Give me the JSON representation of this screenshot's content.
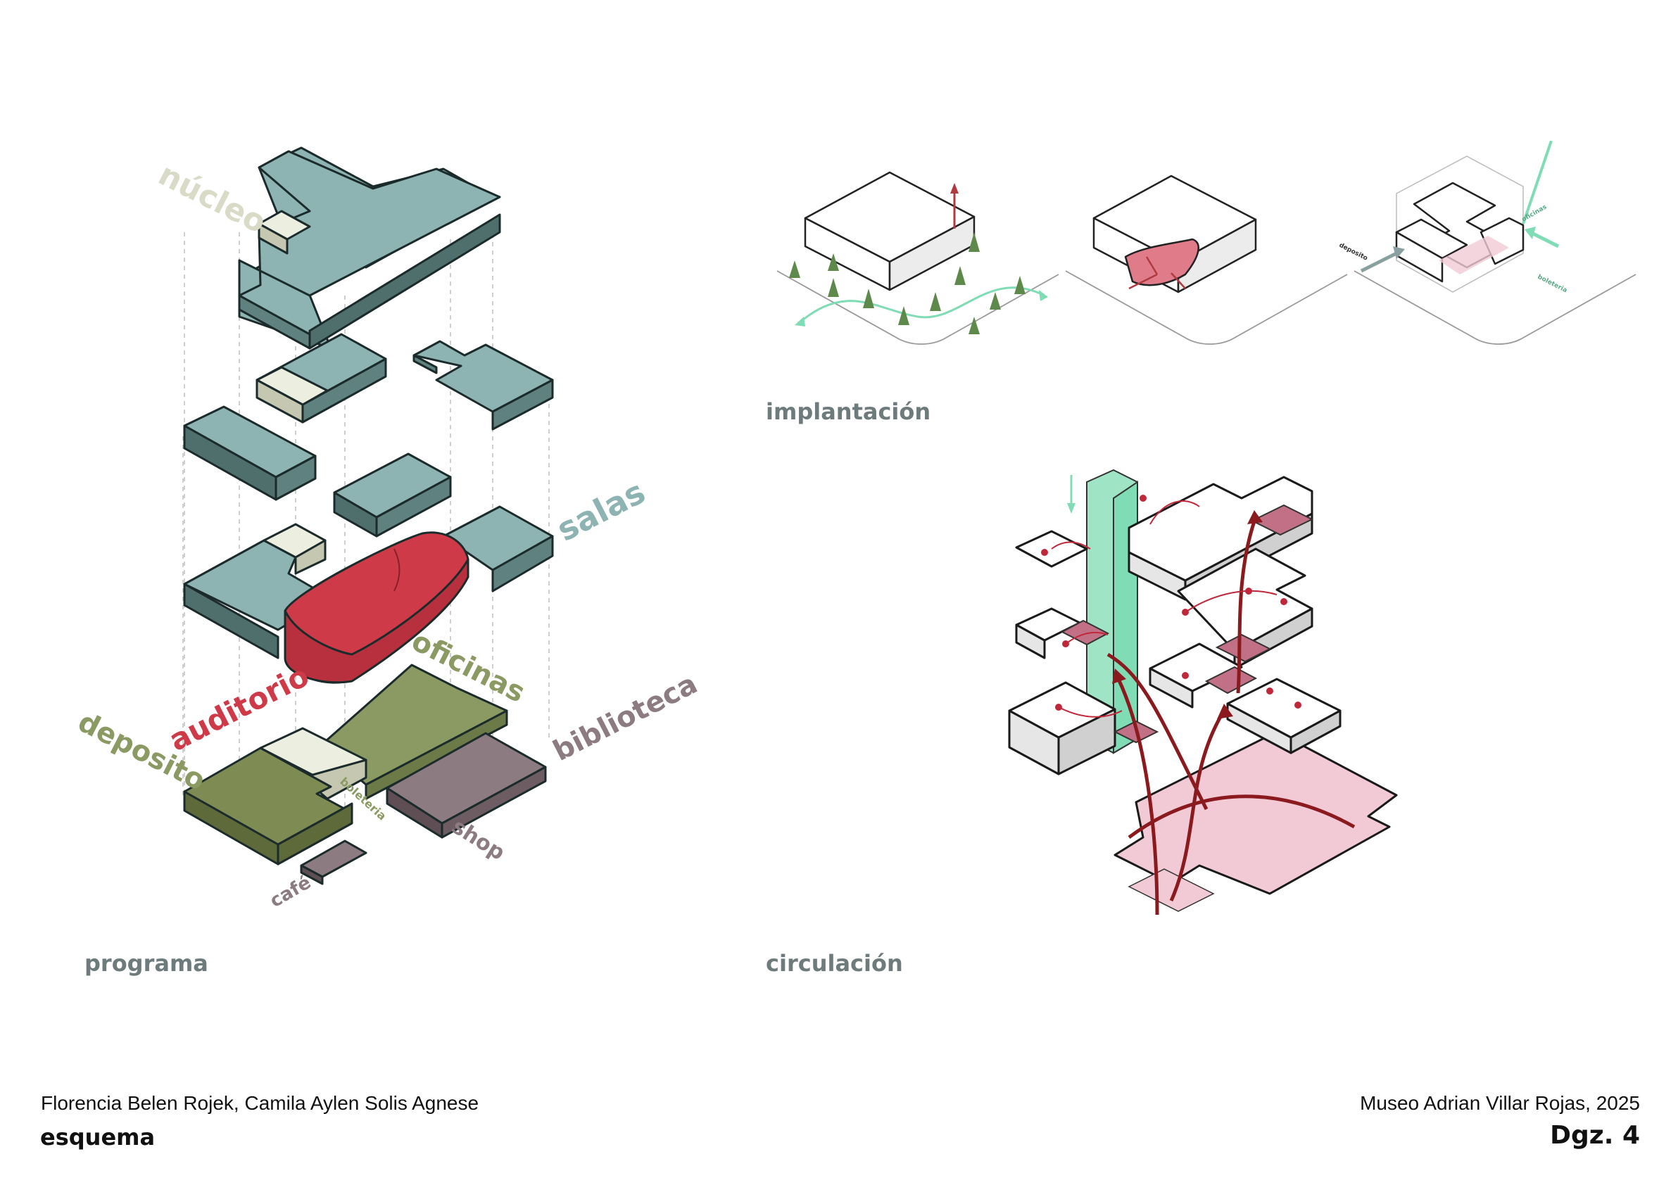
{
  "footer": {
    "authors": "Florencia Belen Rojek, Camila Aylen Solis Agnese",
    "sheet": "esquema",
    "project": "Museo Adrian Villar Rojas, 2025",
    "sheet_number": "Dgz. 4"
  },
  "sections": {
    "programa": "programa",
    "implantacion": "implantación",
    "circulacion": "circulación"
  },
  "program_labels": {
    "nucleo": "núcleo",
    "salas": "salas",
    "auditorio": "auditorio",
    "oficinas": "oficinas",
    "biblioteca": "biblioteca",
    "deposito": "deposito",
    "boleteria": "boleteria",
    "shop": "shop",
    "cafe": "café"
  },
  "implantation_labels": {
    "deposito": "deposito",
    "oficinas": "oficinas",
    "boleteria": "boleteria"
  },
  "colors": {
    "nucleo": "#d9dbc6",
    "salas": "#8db4b2",
    "auditorio": "#cf3a48",
    "oficinas": "#8a9a62",
    "biblioteca": "#8c7b80",
    "section_title": "#6e7b7c",
    "circulation": "#8b1a1e",
    "green_flow": "#7fdcb5",
    "pink_floor": "#f1cad6"
  }
}
